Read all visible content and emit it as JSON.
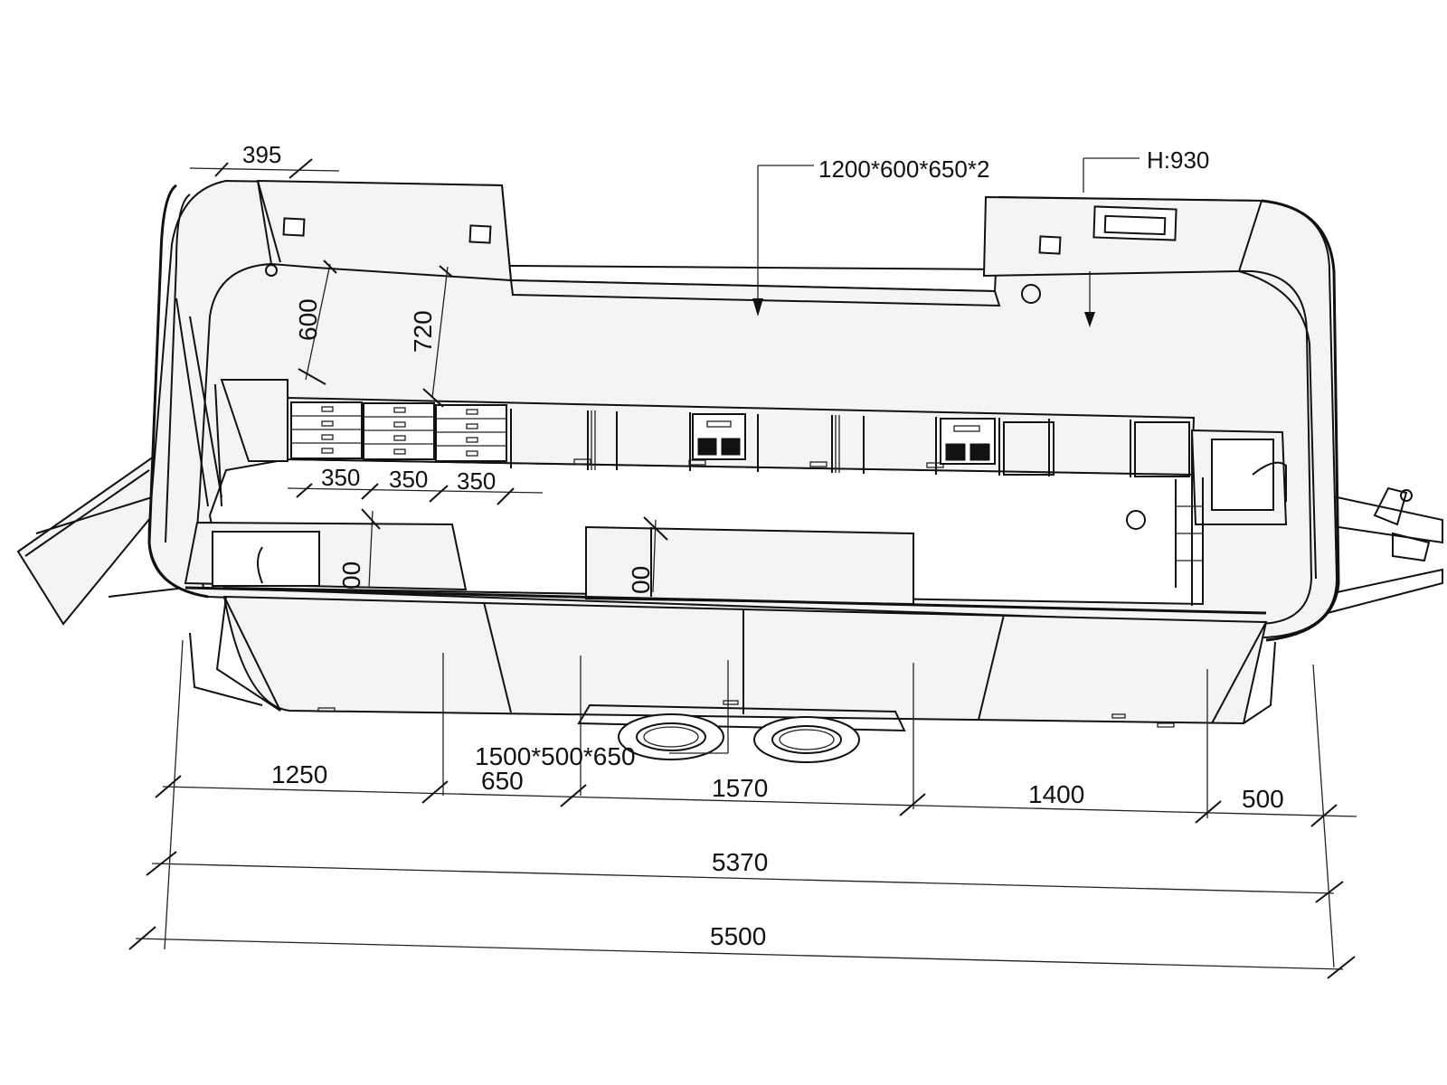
{
  "annotations": {
    "top_width": "395",
    "counter_label": "1200*600*650*2",
    "height_label": "H:930",
    "depth_600": "600",
    "depth_720": "720",
    "drawer_350_a": "350",
    "drawer_350_b": "350",
    "drawer_350_c": "350",
    "side_cut_a": "00",
    "side_cut_b": "00",
    "lower_counter": "1500*500*650"
  },
  "dimensions": {
    "seg_1250": "1250",
    "seg_650": "650",
    "seg_1570": "1570",
    "seg_1400": "1400",
    "seg_500": "500",
    "total_inner": "5370",
    "total_outer": "5500"
  }
}
